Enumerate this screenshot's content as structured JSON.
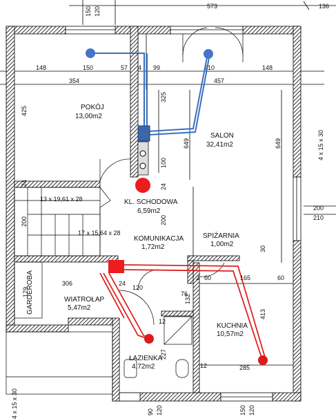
{
  "rooms": {
    "pokoj": {
      "name": "POKÓJ",
      "area": "13,00m2"
    },
    "salon": {
      "name": "SALON",
      "area": "32,41m2"
    },
    "klatka": {
      "name": "KL. SCHODOWA",
      "area": "6,59m2"
    },
    "komunikacja": {
      "name": "KOMUNIKACJA",
      "area": "1,72m2"
    },
    "spizarnia": {
      "name": "SPIŻARNIA",
      "area": "1,00m2"
    },
    "wiatrolap": {
      "name": "WIATROŁAP",
      "area": "5,47m2"
    },
    "lazienka": {
      "name": "ŁAZIENKA",
      "area": "4,72m2"
    },
    "kuchnia": {
      "name": "KUCHNIA",
      "area": "10,57m2"
    },
    "garderoba": {
      "name": "GARDEROBA"
    }
  },
  "stairs": {
    "upper": "13 x 19,61 x 28",
    "lower": "17 x 15,64 x 28"
  },
  "dims": {
    "top_150": "150",
    "top_120": "120",
    "top_573": "573",
    "top_136": "136",
    "r1_148": "148",
    "r1_150": "150",
    "r1_57": "57",
    "r1_24": "24",
    "r1_99": "99",
    "r1_210": "210",
    "r1_148b": "148",
    "r2_354": "354",
    "r2_457": "457",
    "v_325": "325",
    "v_425": "425",
    "v_649a": "649",
    "v_649b": "649",
    "v_100": "100",
    "v_24": "24",
    "v_200": "200",
    "v_30": "30",
    "v_413": "413",
    "v_24b": "24",
    "win_4x15x30": "4 x 15 x 30",
    "r_200": "200",
    "r_210": "210",
    "d_306": "306",
    "d_24": "24",
    "d_179": "179",
    "d_120": "120",
    "d_76": "76",
    "d_132": "132",
    "d_2": "2",
    "d_60a": "60",
    "d_165": "165",
    "d_60b": "60",
    "d_227": "227",
    "d_12a": "12",
    "d_12b": "12",
    "d_285": "285",
    "bl_window": "4 x 15 x 30",
    "bot_90": "90",
    "bot_120a": "120",
    "bot_150": "150",
    "bot_120b": "120"
  }
}
